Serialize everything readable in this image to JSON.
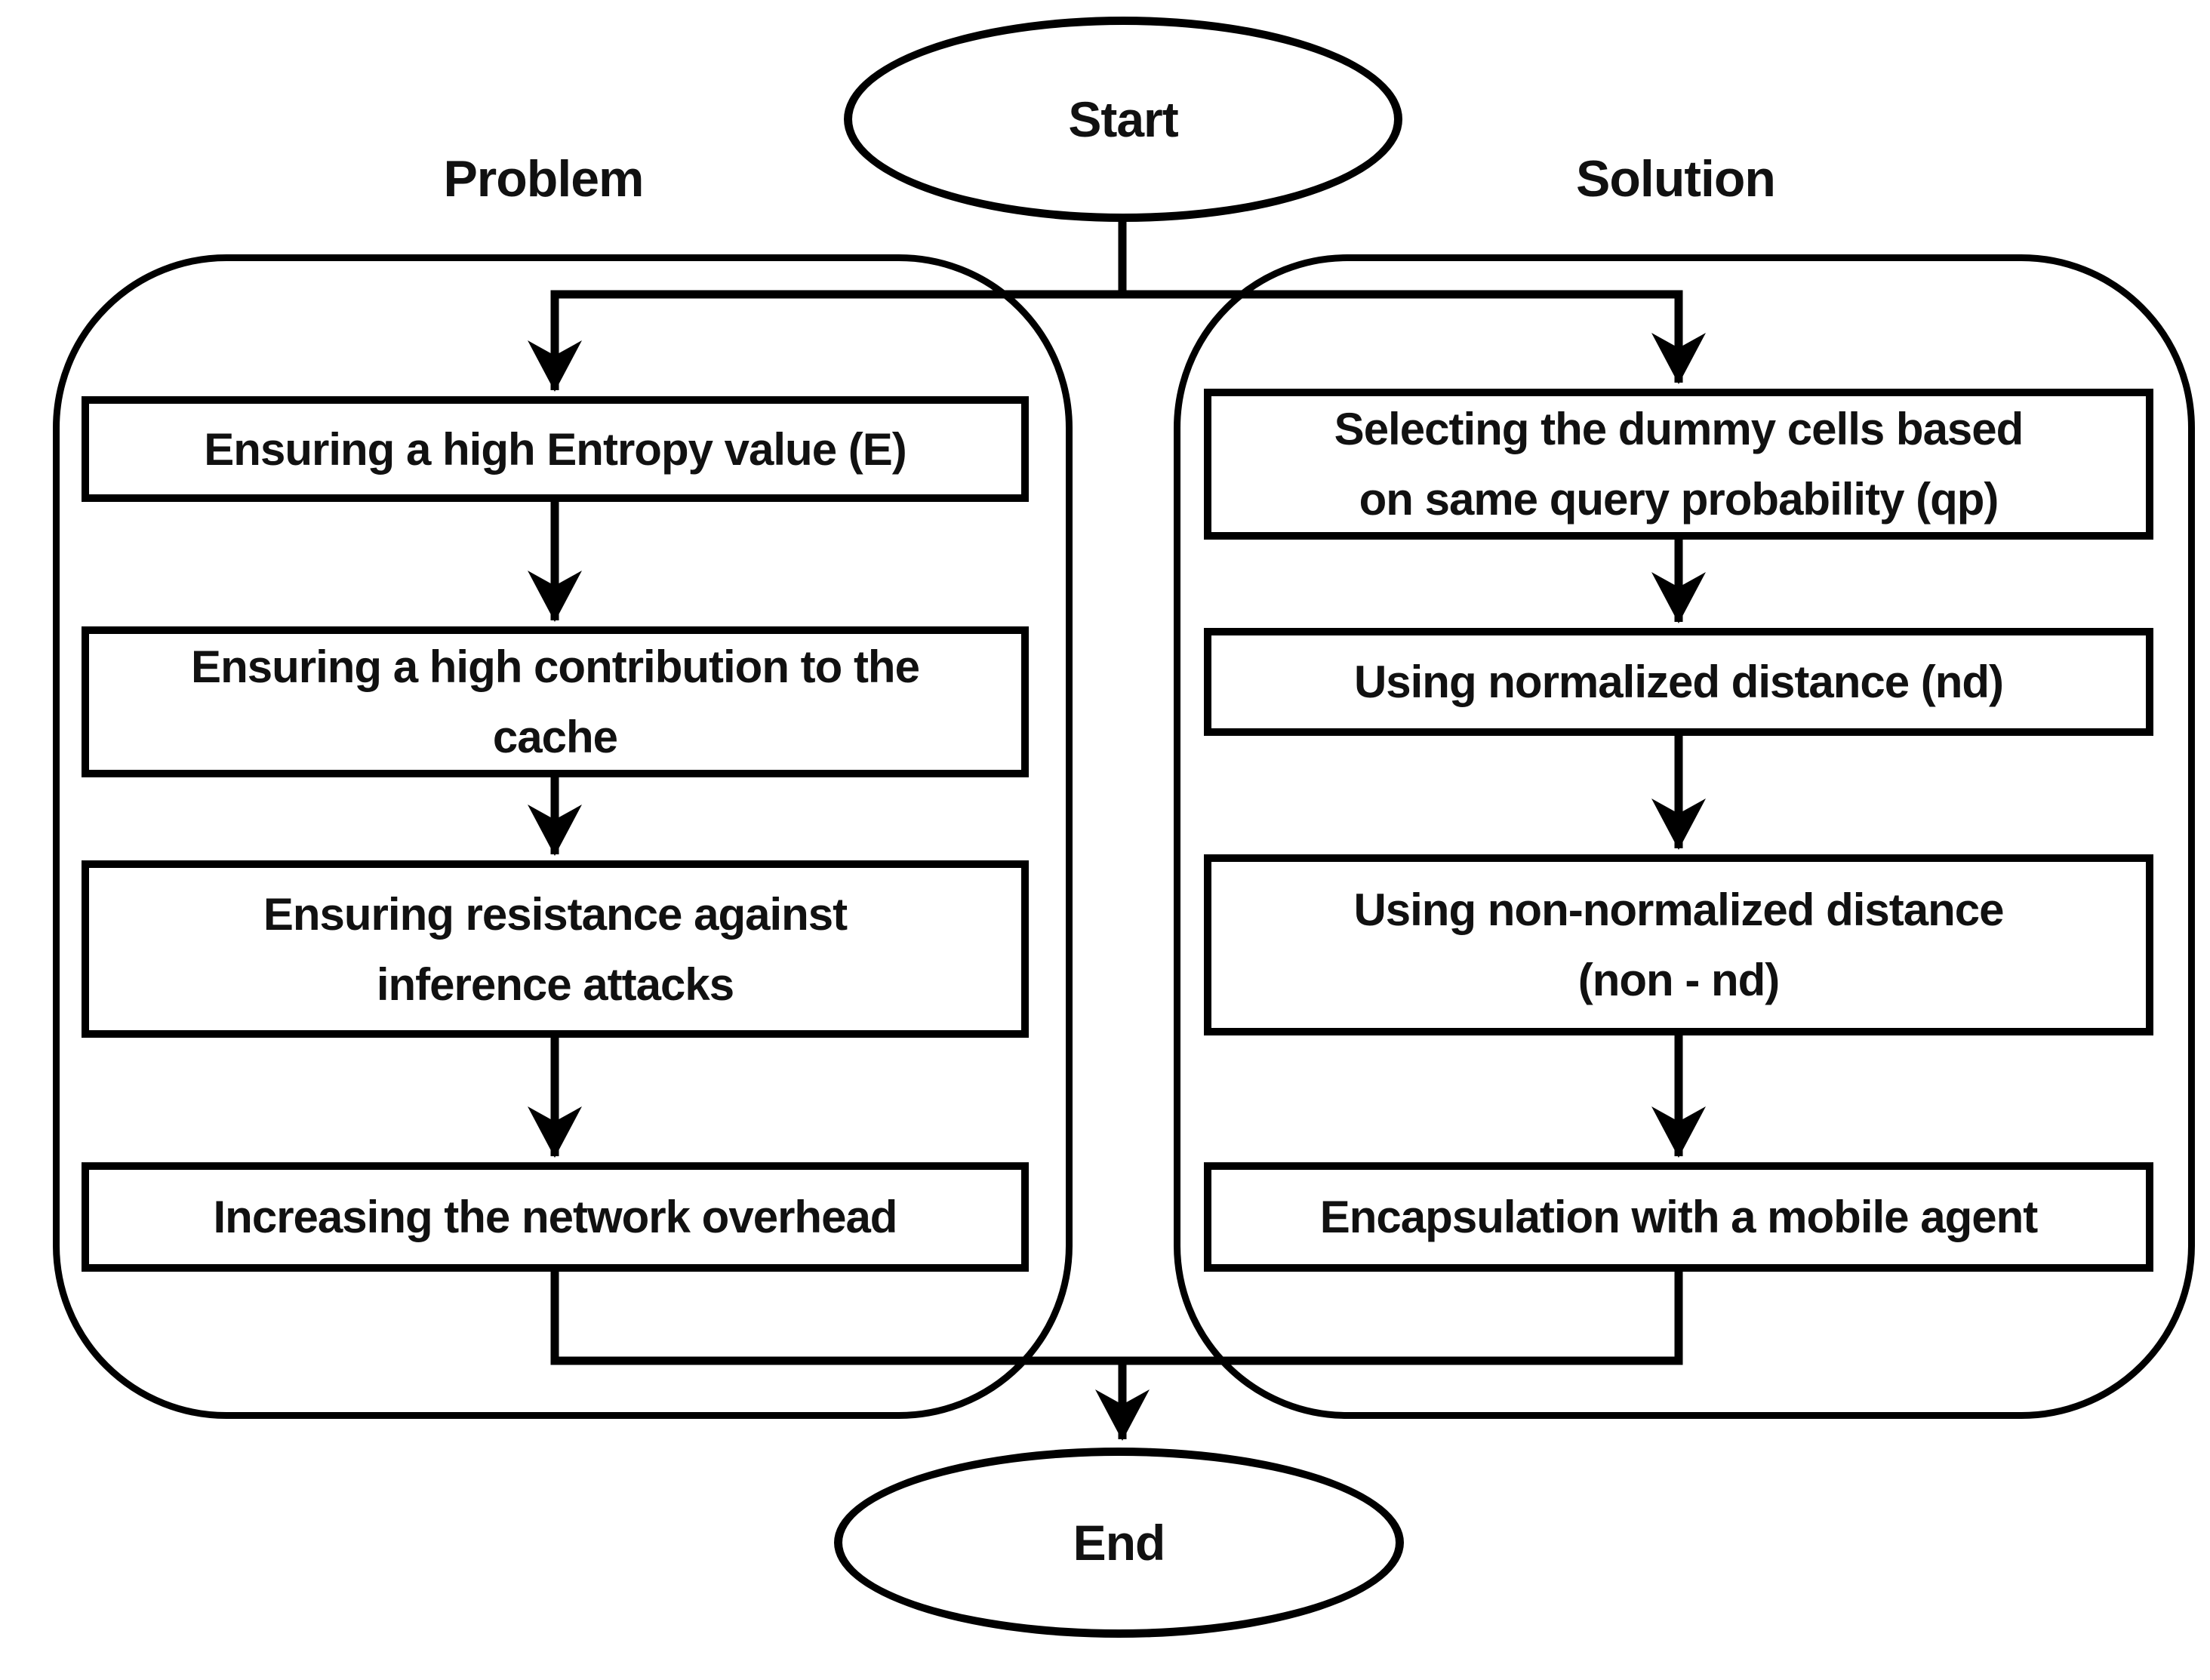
{
  "colors": {
    "line": "#000000",
    "background": "#ffffff",
    "text": "#111111"
  },
  "flowchart": {
    "start": "Start",
    "end": "End",
    "columns": [
      {
        "heading": "Problem",
        "steps": [
          "Ensuring a high Entropy value (E)",
          "Ensuring a high contribution to the\ncache",
          "Ensuring resistance against\ninference attacks",
          "Increasing the network overhead"
        ]
      },
      {
        "heading": "Solution",
        "steps": [
          "Selecting the dummy cells based\non same query probability (qp)",
          "Using normalized distance (nd)",
          "Using non-normalized distance\n(non - nd)",
          "Encapsulation with a mobile agent"
        ]
      }
    ]
  }
}
